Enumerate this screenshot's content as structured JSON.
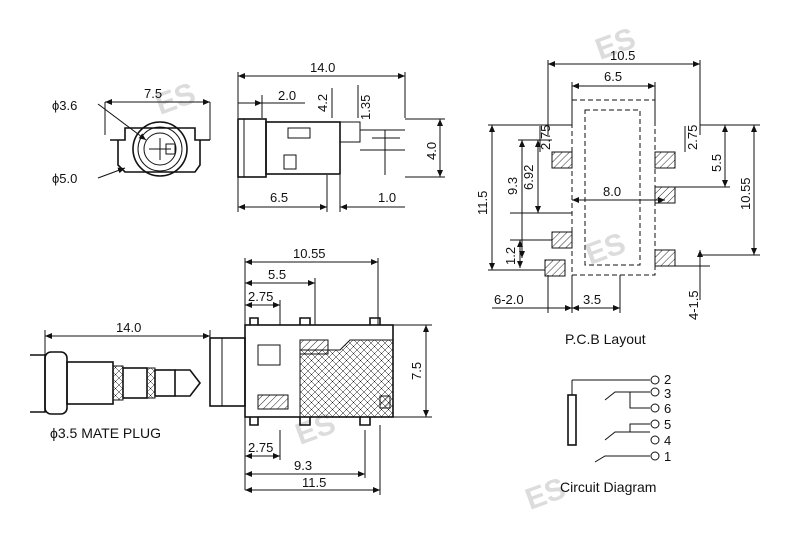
{
  "watermark": "ES",
  "top_view": {
    "dims": {
      "width": "7.5",
      "hole_d": "ϕ3.6",
      "outer_d": "ϕ5.0"
    }
  },
  "side_view": {
    "dims": {
      "overall": "14.0",
      "front": "2.0",
      "h1": "4.2",
      "h2": "1.35",
      "height": "4.0",
      "body": "6.5",
      "pin": "1.0"
    }
  },
  "pcb_layout": {
    "caption": "P.C.B Layout",
    "dims": {
      "outer_w": "10.5",
      "inner_w": "6.5",
      "pad_left": "2.75",
      "pad_right": "2.75",
      "total_h": "11.5",
      "h_93": "9.3",
      "h_692": "6.92",
      "h_55": "5.5",
      "h_1055": "10.55",
      "h_80": "8.0",
      "h_12": "1.2",
      "hole": "6-2.0",
      "spacing": "3.5",
      "slot": "4-1.5"
    }
  },
  "bottom_view": {
    "dims": {
      "w_1055": "10.55",
      "w_55": "5.5",
      "w_275": "2.75",
      "h_75": "7.5",
      "b_275": "2.75",
      "b_93": "9.3",
      "b_115": "11.5"
    }
  },
  "plug": {
    "length": "14.0",
    "caption": "ϕ3.5 MATE PLUG"
  },
  "circuit": {
    "caption": "Circuit Diagram",
    "pins": [
      "2",
      "3",
      "6",
      "5",
      "4",
      "1"
    ]
  }
}
